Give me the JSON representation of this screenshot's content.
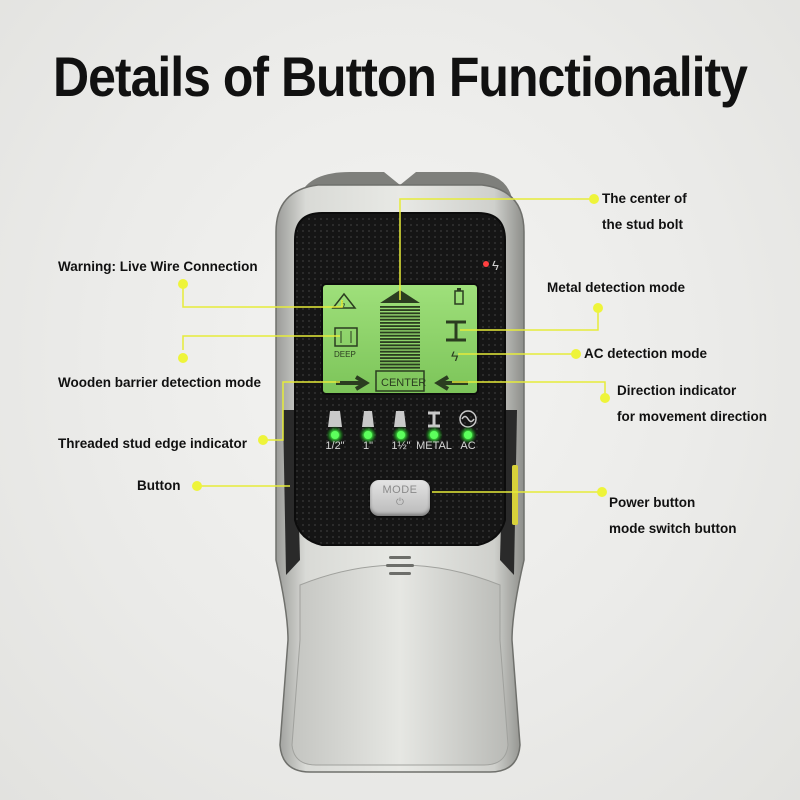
{
  "title": "Details of Button Functionality",
  "callouts": {
    "stud_center_line1": "The center of",
    "stud_center_line2": "the stud bolt",
    "live_wire": "Warning: Live Wire Connection",
    "metal_mode": "Metal detection mode",
    "ac_mode": "AC detection mode",
    "wood_mode": "Wooden barrier detection mode",
    "direction_line1": "Direction indicator",
    "direction_line2": "for movement direction",
    "stud_edge": "Threaded stud edge indicator",
    "button": "Button",
    "power_line1": "Power button",
    "power_line2": "mode switch button"
  },
  "device": {
    "deep_label": "DEEP",
    "center_label": "CENTER",
    "sensors": [
      "1/2\"",
      "1\"",
      "1½\"",
      "METAL",
      "AC"
    ],
    "mode_button": "MODE",
    "power_symbol": "⏻",
    "body_color": "#cfd0cc",
    "screen_color": "#8fd36b",
    "led_color": "#3dff3d",
    "callout_color": "#e8ef3c"
  }
}
